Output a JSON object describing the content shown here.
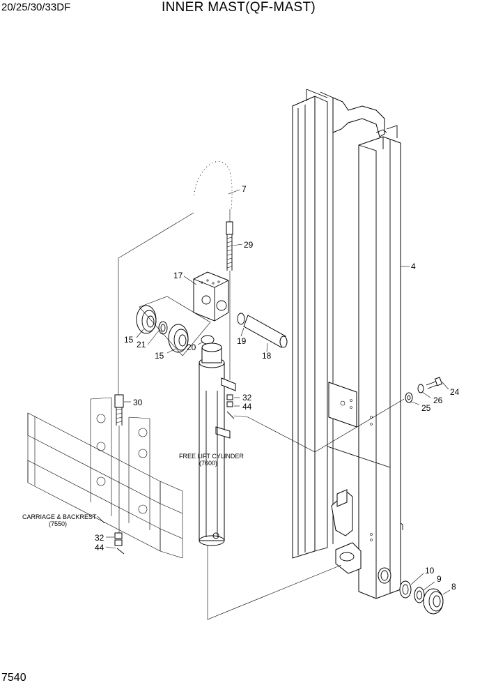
{
  "header": {
    "model": "20/25/30/33DF",
    "title": "INNER MAST(QF-MAST)"
  },
  "page_number": "7540",
  "callouts": {
    "c4": "4",
    "c7": "7",
    "c29": "29",
    "c17": "17",
    "c15a": "15",
    "c21": "21",
    "c20": "20",
    "c15b": "15",
    "c19": "19",
    "c18": "18",
    "c30": "30",
    "c32a": "32",
    "c44a": "44",
    "c32b": "32",
    "c44b": "44",
    "c24": "24",
    "c26": "26",
    "c25": "25",
    "c10": "10",
    "c9": "9",
    "c8": "8"
  },
  "references": {
    "free_lift_cylinder": {
      "name": "FREE LIFT CYLINDER",
      "code": "(7600)"
    },
    "carriage_backrest": {
      "name": "CARRIAGE & BACKREST",
      "code": "(7550)"
    }
  }
}
